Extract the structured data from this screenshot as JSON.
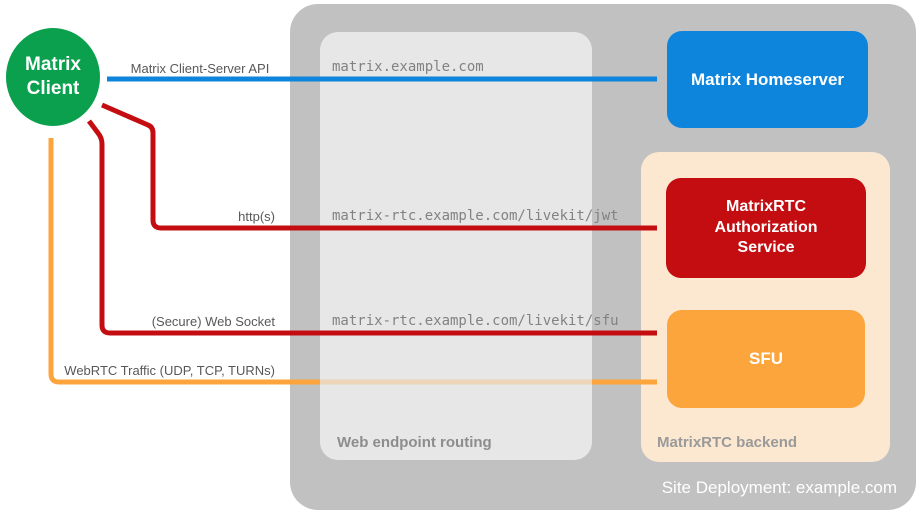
{
  "client": {
    "label": "Matrix\nClient"
  },
  "homeserver": {
    "label": "Matrix Homeserver"
  },
  "auth_service": {
    "label": "MatrixRTC\nAuthorization\nService"
  },
  "sfu": {
    "label": "SFU"
  },
  "routing_box": {
    "label": "Web endpoint routing"
  },
  "backend_box": {
    "label": "MatrixRTC backend"
  },
  "deployment_box": {
    "label": "Site Deployment: example.com"
  },
  "endpoints": {
    "homeserver": "matrix.example.com",
    "jwt": "matrix-rtc.example.com/livekit/jwt",
    "sfu": "matrix-rtc.example.com/livekit/sfu"
  },
  "connections": {
    "client_server_api": {
      "label": "Matrix Client-Server API",
      "color": "#0d85dd"
    },
    "http": {
      "label": "http(s)",
      "color": "#c40d11"
    },
    "websocket": {
      "label": "(Secure) Web Socket",
      "color": "#c40d11"
    },
    "webrtc": {
      "label": "WebRTC Traffic (UDP, TCP, TURNs)",
      "color": "#fba53c"
    }
  },
  "colors": {
    "client_green": "#0ba04e",
    "homeserver_blue": "#0d85dd",
    "auth_red": "#c40d11",
    "sfu_orange": "#fba53c",
    "backend_peach": "#fce7d0",
    "outer_gray": "#c1c1c2",
    "inner_gray": "#e7e7e8"
  }
}
